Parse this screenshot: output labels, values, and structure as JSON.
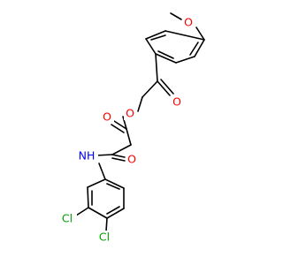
{
  "structure": {
    "labels": {
      "methoxy_o": "O",
      "ketone_o": "O",
      "ester_carbonyl_o": "O",
      "ester_o": "O",
      "amide_o": "O",
      "amide_n": "NH",
      "chloro_1": "Cl",
      "chloro_2": "Cl"
    },
    "colors": {
      "bond": "#000000",
      "oxygen": "#ff0000",
      "nitrogen": "#0000ff",
      "chlorine": "#00a000"
    }
  }
}
